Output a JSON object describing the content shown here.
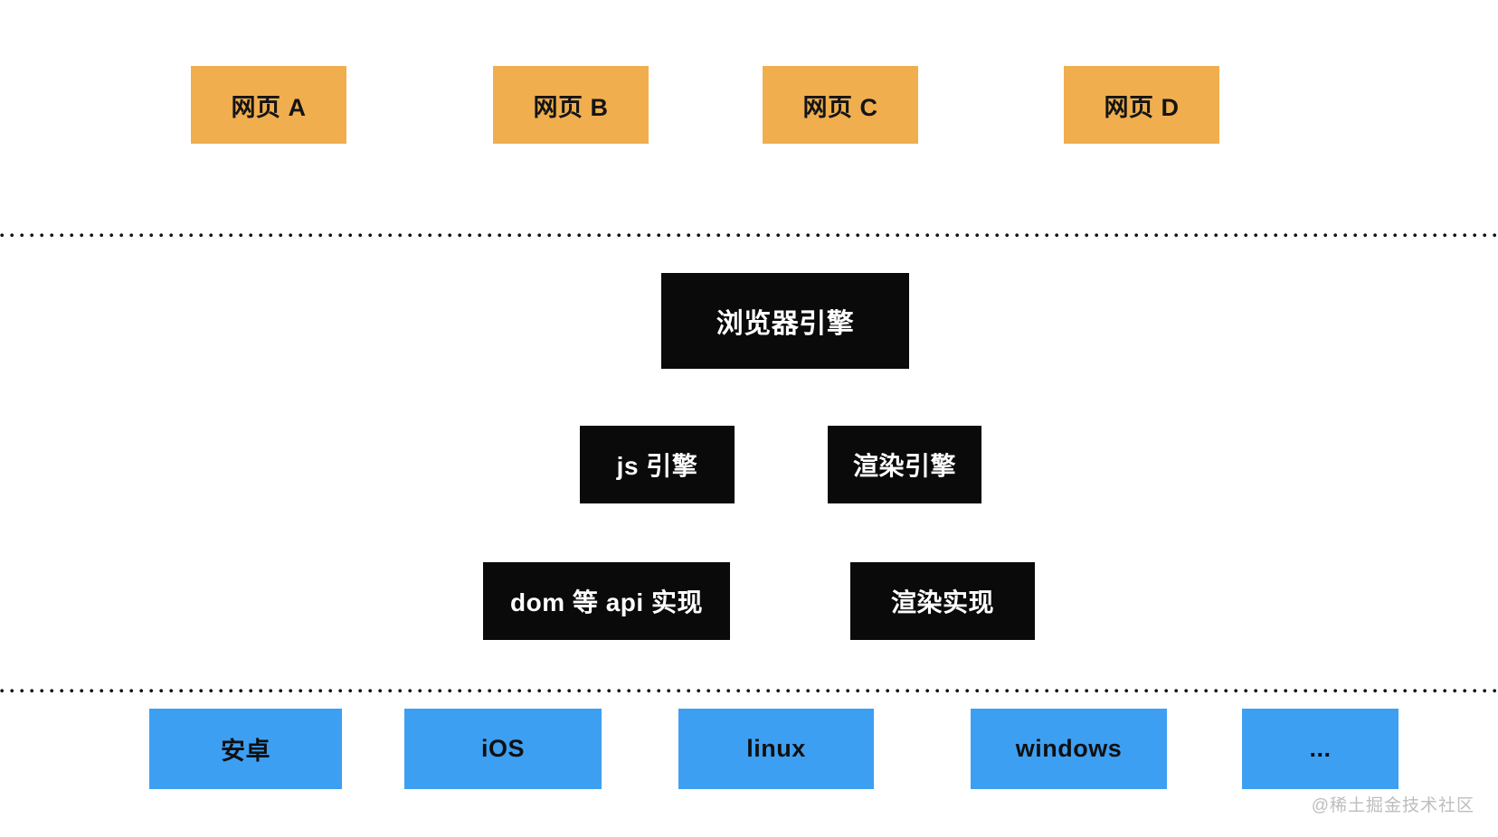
{
  "colors": {
    "webpage_box": "#f0ae4e",
    "engine_box": "#0a0a0a",
    "os_box": "#3d9ff2",
    "separator_dots": "#151515",
    "watermark_text": "#bdbdbd",
    "text_on_dark": "#ffffff",
    "text_on_light": "#141414"
  },
  "webpage_layer": {
    "boxes": [
      "网页 A",
      "网页 B",
      "网页 C",
      "网页 D"
    ]
  },
  "browser_layer": {
    "browser_engine": "浏览器引擎",
    "js_engine": "js 引擎",
    "render_engine": "渲染引擎",
    "dom_api_impl": "dom 等 api 实现",
    "render_impl": "渲染实现"
  },
  "os_layer": {
    "boxes": [
      "安卓",
      "iOS",
      "linux",
      "windows",
      "..."
    ]
  },
  "watermark": "@稀土掘金技术社区"
}
